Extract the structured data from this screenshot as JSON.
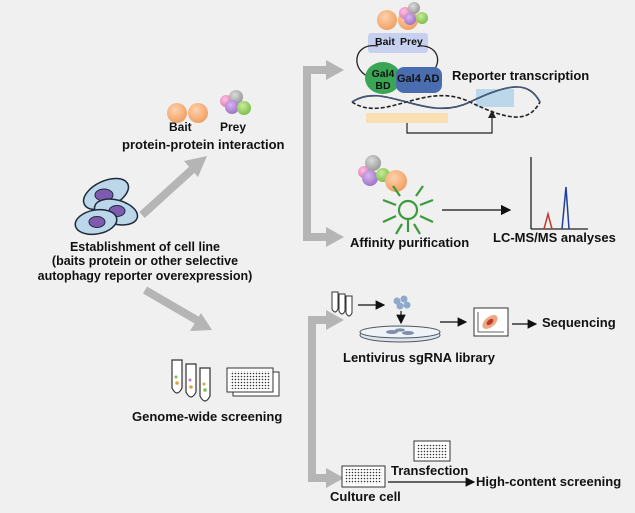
{
  "bait_prey_top": {
    "bait": "Bait",
    "prey": "Prey",
    "caption": "protein-protein interaction"
  },
  "cell_line": {
    "line1": "Establishment of cell line",
    "line2": "(baits protein or other selective",
    "line3": "autophagy reporter overexpression)"
  },
  "y2h": {
    "bait": "Bait",
    "prey": "Prey",
    "gal4_bd_line1": "Gal4",
    "gal4_bd_line2": "BD",
    "gal4_ad": "Gal4 AD",
    "reporter": "Reporter transcription"
  },
  "affinity": {
    "label": "Affinity purification",
    "ms": "LC-MS/MS analyses"
  },
  "genome": {
    "label": "Genome-wide screening"
  },
  "crispr": {
    "library": "Lentivirus sgRNA library",
    "sequencing": "Sequencing"
  },
  "hcs": {
    "culture": "Culture cell",
    "transfection": "Transfection",
    "screening": "High-content screening"
  },
  "colors": {
    "bait": "#f5b07e",
    "arrow": "#b5b5b5",
    "gal4_bd": "#3aa655",
    "gal4_ad": "#4a6db0",
    "prey_box": "#c7d0ee",
    "dna_band": "#fadfb4",
    "mass_red": "#c0392b",
    "mass_blue": "#1f3f9a",
    "affinity_green": "#3b9a3b"
  }
}
